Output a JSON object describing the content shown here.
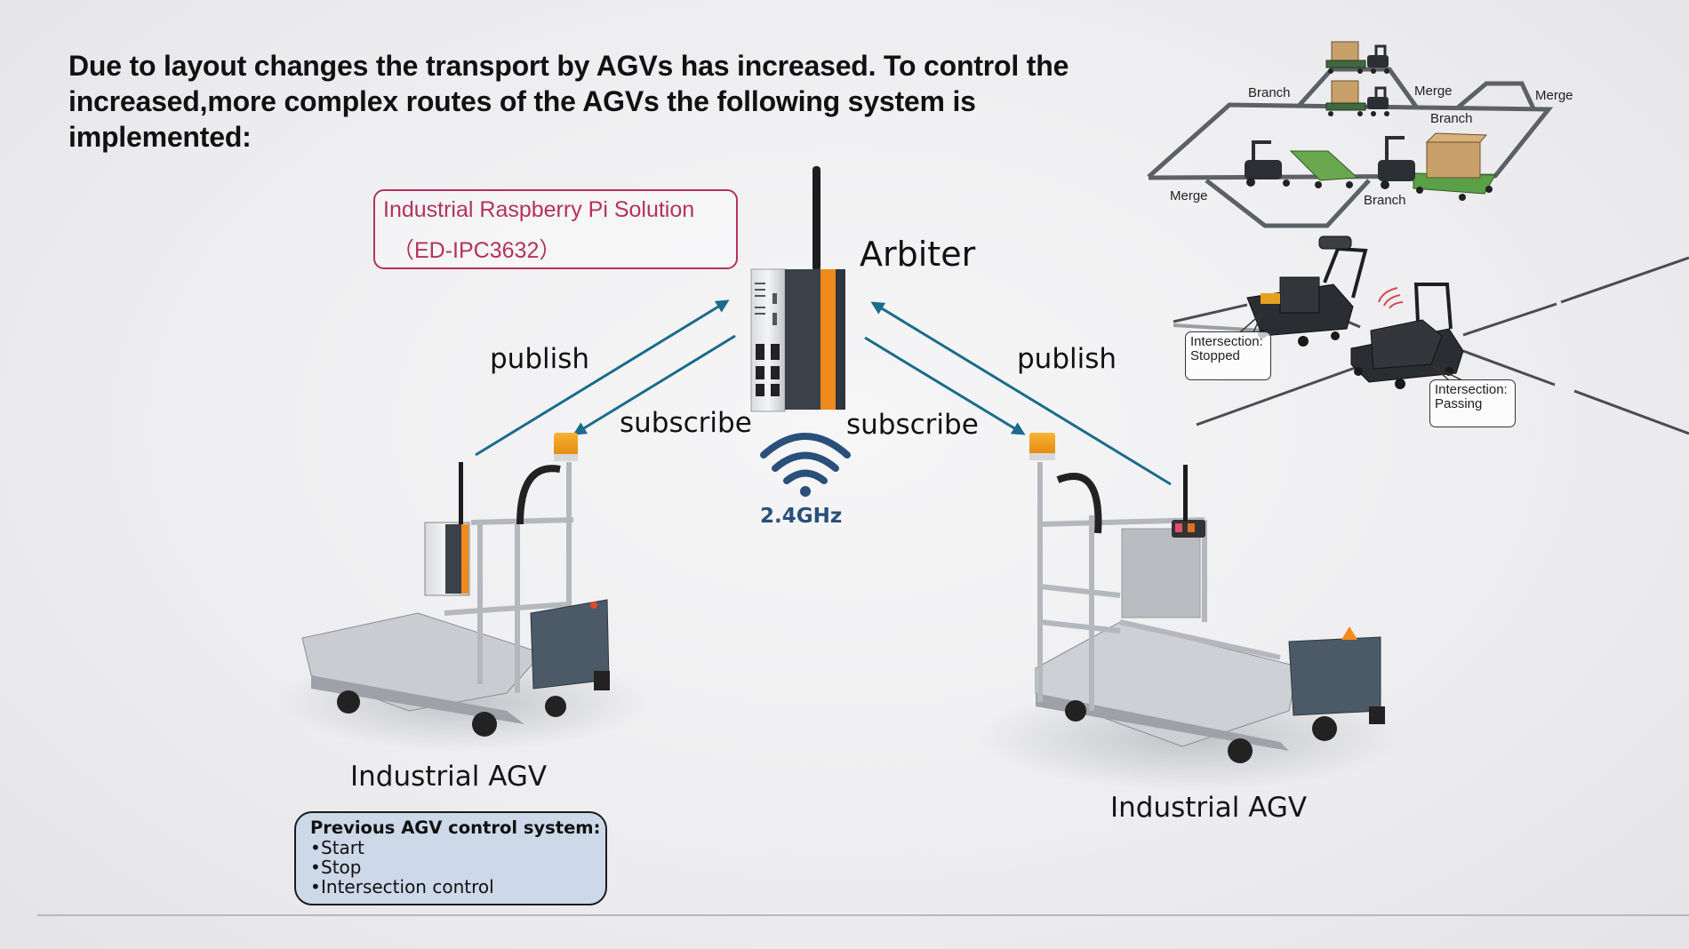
{
  "title": {
    "lines": [
      "Due to layout changes the transport by AGVs has increased. To control the",
      "increased,more complex routes of the AGVs the following system is",
      "implemented:"
    ]
  },
  "arbiter": {
    "label": "Arbiter",
    "device_label_line1": "Industrial Raspberry Pi Solution",
    "device_label_line2": "（ED-IPC3632）",
    "device_icon": "industrial-computer-icon",
    "accent_color": "#b3335a",
    "device_stripe_color": "#f08a1c"
  },
  "links": {
    "left_publish": "publish",
    "left_subscribe": "subscribe",
    "right_publish": "publish",
    "right_subscribe": "subscribe",
    "arrow_color": "#1b6b8c"
  },
  "wireless": {
    "icon": "wifi-icon",
    "frequency": "2.4GHz",
    "color": "#2a4f7a"
  },
  "agvs": [
    {
      "label": "Industrial AGV",
      "icon": "agv-cart-icon"
    },
    {
      "label": "Industrial AGV",
      "icon": "agv-cart-icon"
    }
  ],
  "previous_system": {
    "title": "Previous AGV control system:",
    "items": [
      "Start",
      "Stop",
      "Intersection control"
    ],
    "bullet": "•"
  },
  "route_diagram": {
    "labels": {
      "branch_top": "Branch",
      "merge_top": "Merge",
      "merge_far_right": "Merge",
      "branch_right": "Branch",
      "merge_left": "Merge",
      "branch_bottom": "Branch"
    }
  },
  "intersection": {
    "stopped_label_line1": "Intersection:",
    "stopped_label_line2": "Stopped",
    "passing_label_line1": "Intersection:",
    "passing_label_line2": "Passing"
  }
}
